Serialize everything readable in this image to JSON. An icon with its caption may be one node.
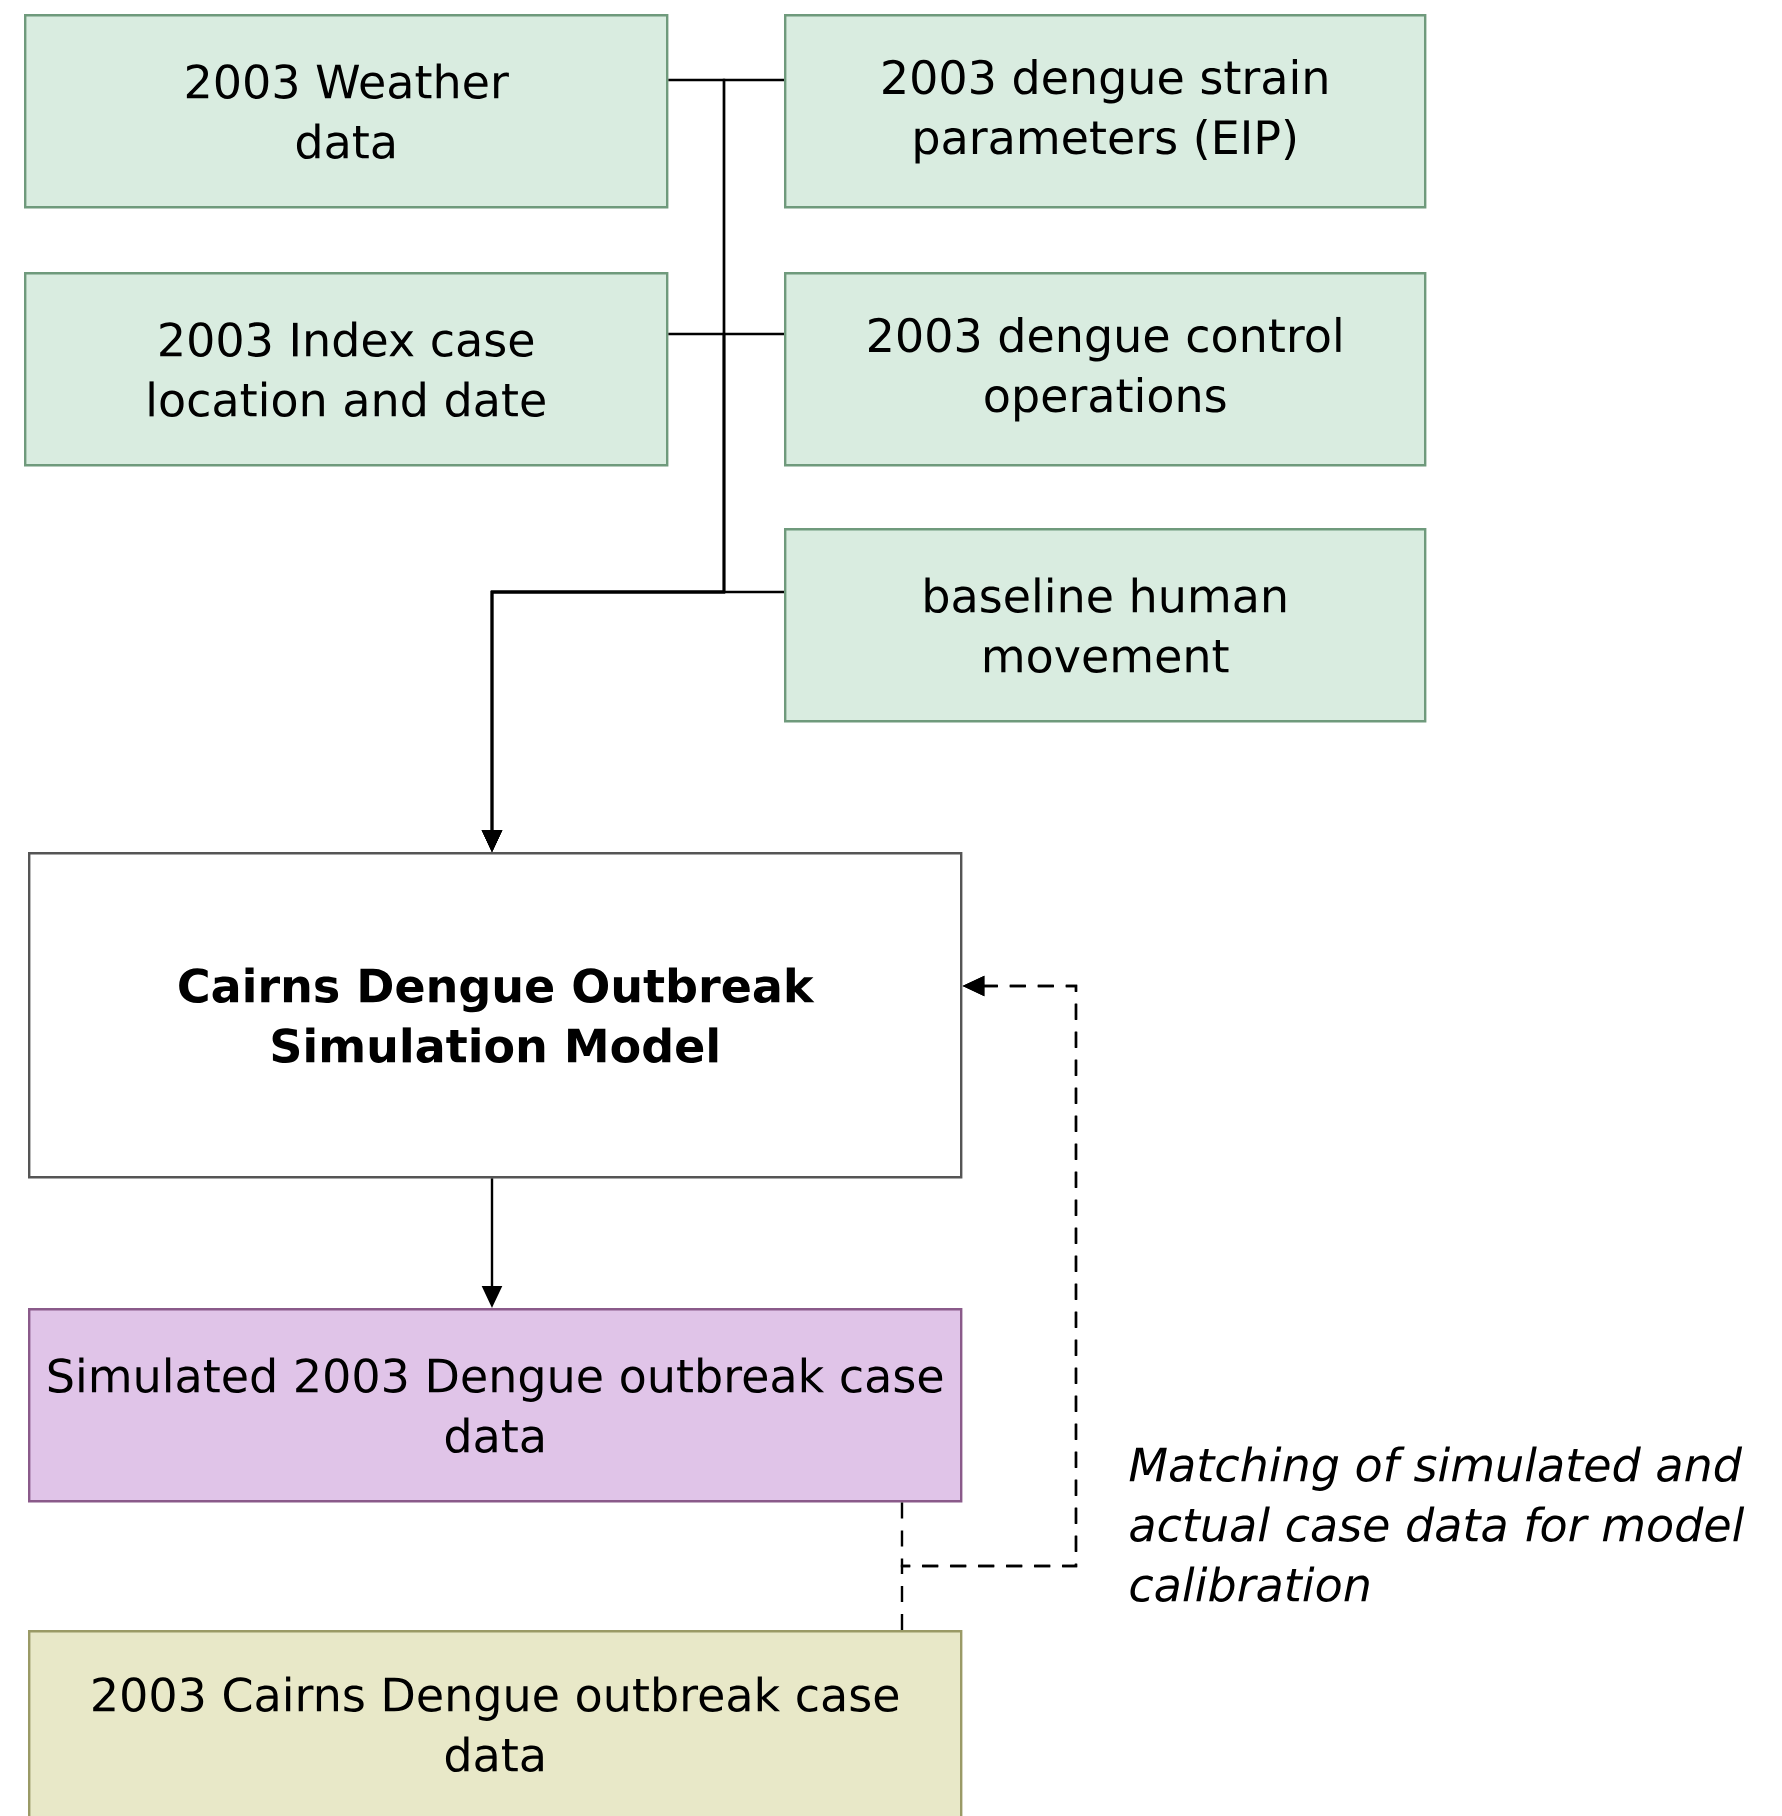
{
  "diagram": {
    "nodes": [
      {
        "text": [
          "2003 Weather data"
        ]
      },
      {
        "text": [
          "2003 dengue strain parameters (EIP)"
        ]
      },
      {
        "text": [
          "2003 Index case location and date"
        ]
      },
      {
        "text": [
          "2003 dengue control operations"
        ]
      },
      {
        "text": [
          "baseline human movement"
        ]
      },
      {
        "text": [
          "Cairns Dengue Outbreak Simulation Model"
        ]
      },
      {
        "text": [
          "Simulated 2003 Dengue outbreak case data"
        ]
      },
      {
        "text": [
          "2003 Cairns Dengue outbreak case data"
        ]
      }
    ],
    "edges": [
      {
        "from": 0,
        "to": 5,
        "arrow": "to"
      },
      {
        "from": 1,
        "to": 5,
        "arrow": "to"
      },
      {
        "from": 2,
        "to": 5,
        "arrow": "to"
      },
      {
        "from": 3,
        "to": 5,
        "arrow": "to"
      },
      {
        "from": 4,
        "to": 5,
        "arrow": "to"
      },
      {
        "from": 5,
        "to": 6,
        "arrow": "to"
      },
      {
        "from": 6,
        "to": 5,
        "arrow": "to",
        "style": "dashed",
        "label": "Matching of simulated and actual case data for model calibration"
      },
      {
        "from": 7,
        "to": 5,
        "arrow": "to",
        "style": "dashed"
      }
    ]
  }
}
